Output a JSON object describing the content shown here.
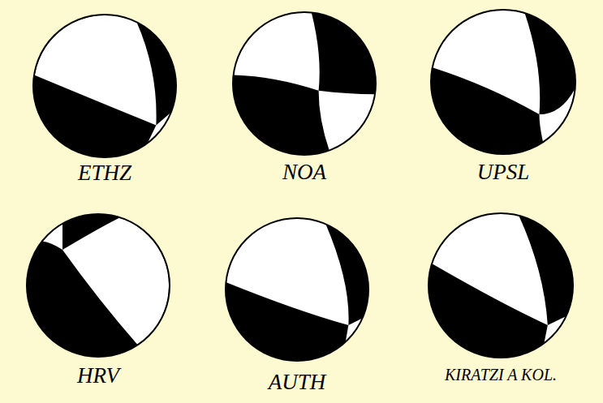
{
  "diagram": {
    "labels": [
      "ETHZ",
      "NOA",
      "UPSL",
      "HRV",
      "AUTH",
      "KIRATZI A KOL."
    ]
  }
}
